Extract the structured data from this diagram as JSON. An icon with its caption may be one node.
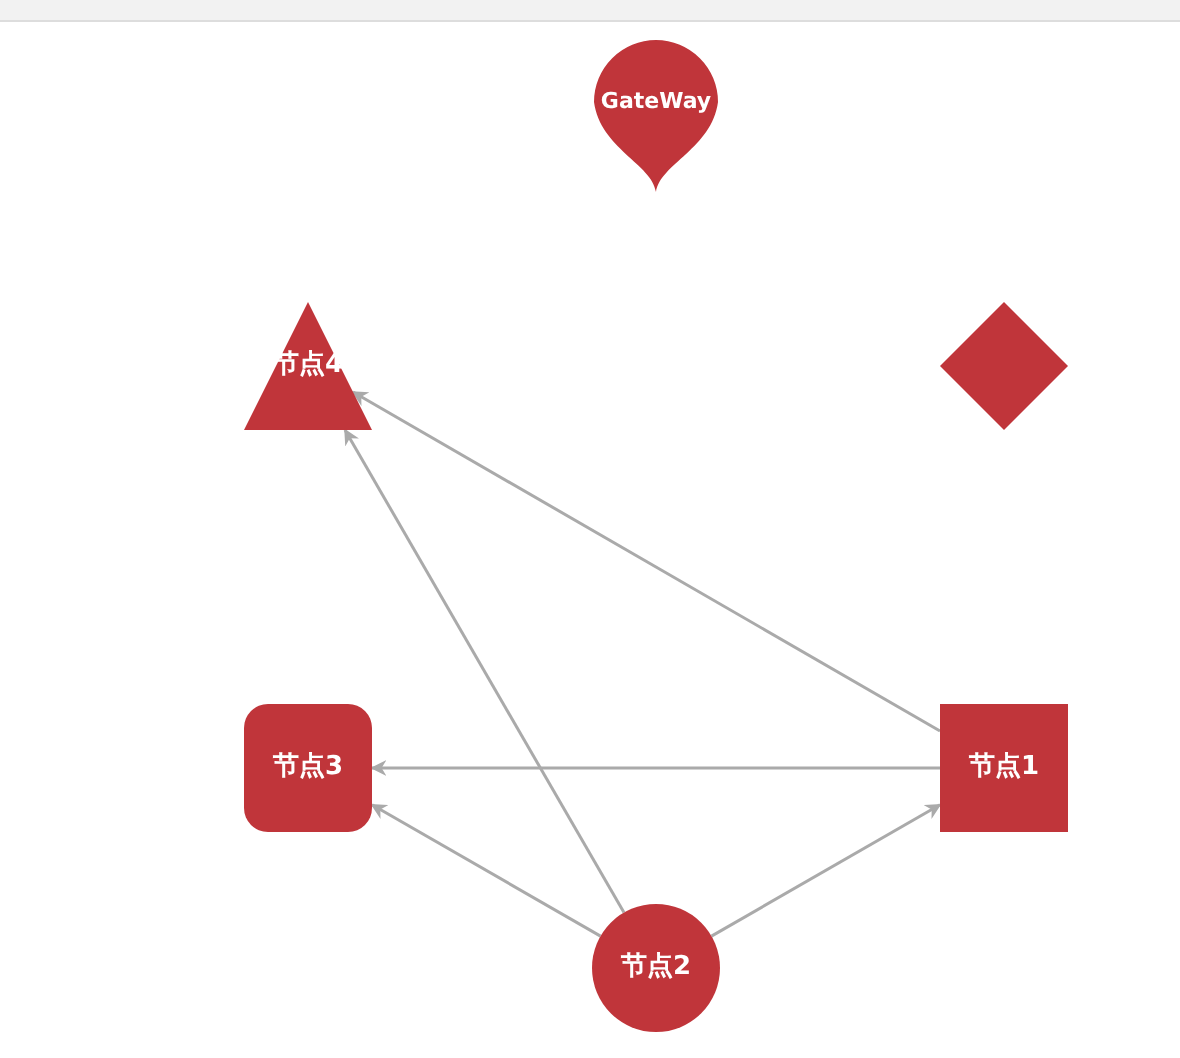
{
  "diagram": {
    "nodes": [
      {
        "text": [
          "GateWay"
        ]
      },
      {
        "text": [
          "节点4"
        ]
      },
      {
        "text": [],
        "shape": "diamond"
      },
      {
        "text": [
          "节点3"
        ]
      },
      {
        "text": [
          "节点1"
        ]
      },
      {
        "text": [
          "节点2"
        ]
      }
    ],
    "edges": [
      {
        "from": 4,
        "to": 1,
        "arrow": "to"
      },
      {
        "from": 4,
        "to": 3,
        "arrow": "to"
      },
      {
        "from": 5,
        "to": 3,
        "arrow": "to"
      },
      {
        "from": 5,
        "to": 4,
        "arrow": "to"
      },
      {
        "from": 5,
        "to": 1,
        "arrow": "to"
      }
    ]
  }
}
